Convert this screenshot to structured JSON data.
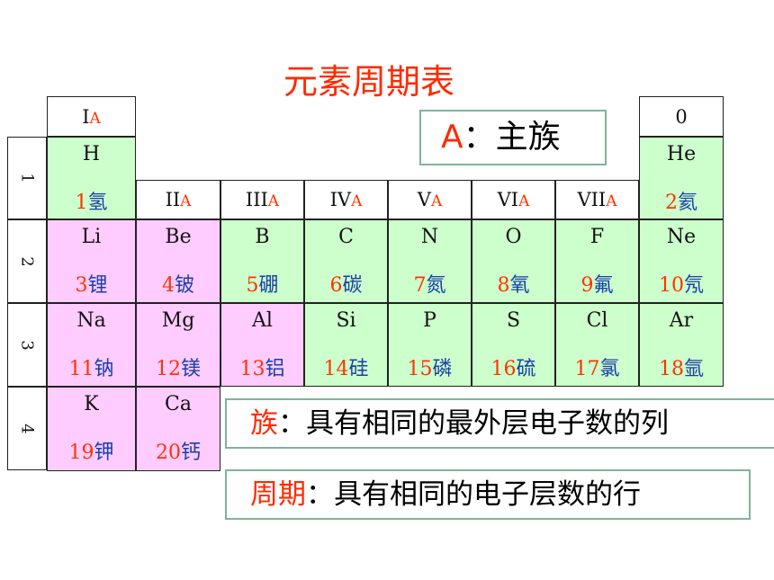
{
  "title": "元素周期表",
  "legend_main": {
    "letter": "A",
    "sep": "：",
    "text": "主族"
  },
  "groups": {
    "g1": {
      "roman": "I",
      "sub": "A"
    },
    "g2": {
      "roman": "II",
      "sub": "A"
    },
    "g3": {
      "roman": "III",
      "sub": "A"
    },
    "g4": {
      "roman": "IV",
      "sub": "A"
    },
    "g5": {
      "roman": "V",
      "sub": "A"
    },
    "g6": {
      "roman": "VI",
      "sub": "A"
    },
    "g7": {
      "roman": "VII",
      "sub": "A"
    },
    "g0": {
      "roman": "0",
      "sub": ""
    }
  },
  "periods": [
    "1",
    "2",
    "3",
    "4"
  ],
  "elements": {
    "H": {
      "sym": "H",
      "num": "1",
      "cn": "氢"
    },
    "He": {
      "sym": "He",
      "num": "2",
      "cn": "氦"
    },
    "Li": {
      "sym": "Li",
      "num": "3",
      "cn": "锂"
    },
    "Be": {
      "sym": "Be",
      "num": "4",
      "cn": "铍"
    },
    "B": {
      "sym": "B",
      "num": "5",
      "cn": "硼"
    },
    "C": {
      "sym": "C",
      "num": "6",
      "cn": "碳"
    },
    "N": {
      "sym": "N",
      "num": "7",
      "cn": "氮"
    },
    "O": {
      "sym": "O",
      "num": "8",
      "cn": "氧"
    },
    "F": {
      "sym": "F",
      "num": "9",
      "cn": "氟"
    },
    "Ne": {
      "sym": "Ne",
      "num": "10",
      "cn": "氖"
    },
    "Na": {
      "sym": "Na",
      "num": "11",
      "cn": "钠"
    },
    "Mg": {
      "sym": "Mg",
      "num": "12",
      "cn": "镁"
    },
    "Al": {
      "sym": "Al",
      "num": "13",
      "cn": "铝"
    },
    "Si": {
      "sym": "Si",
      "num": "14",
      "cn": "硅"
    },
    "P": {
      "sym": "P",
      "num": "15",
      "cn": "磷"
    },
    "S": {
      "sym": "S",
      "num": "16",
      "cn": "硫"
    },
    "Cl": {
      "sym": "Cl",
      "num": "17",
      "cn": "氯"
    },
    "Ar": {
      "sym": "Ar",
      "num": "18",
      "cn": "氩"
    },
    "K": {
      "sym": "K",
      "num": "19",
      "cn": "钾"
    },
    "Ca": {
      "sym": "Ca",
      "num": "20",
      "cn": "钙"
    }
  },
  "definitions": {
    "group": {
      "term": "族",
      "sep": "：",
      "text": "具有相同的最外层电子数的列"
    },
    "period": {
      "term": "周期",
      "sep": "：",
      "text": "具有相同的电子层数的行"
    }
  },
  "colors": {
    "title": "#ff2a00",
    "metal": "#ffccff",
    "nonmetal": "#ccffcc",
    "atomic_number": "#ff3300",
    "chinese_name": "#1a3fa8"
  }
}
